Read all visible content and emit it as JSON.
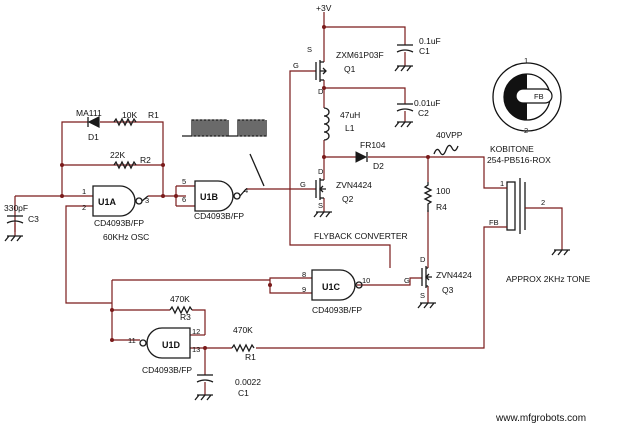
{
  "supply": "+3V",
  "caps": {
    "c1_top": {
      "ref": "C1",
      "value": "0.1uF"
    },
    "c2": {
      "ref": "C2",
      "value": "0.01uF"
    },
    "c3": {
      "ref": "C3",
      "value": "330pF"
    },
    "c1_bottom": {
      "ref": "C1",
      "value": "0.0022"
    }
  },
  "transistors": {
    "q1": {
      "ref": "Q1",
      "part": "ZXM61P03F",
      "g": "G",
      "s": "S",
      "d": "D"
    },
    "q2": {
      "ref": "Q2",
      "part": "ZVN4424",
      "g": "G",
      "s": "S",
      "d": "D"
    },
    "q3": {
      "ref": "Q3",
      "part": "ZVN4424",
      "g": "G",
      "s": "S",
      "d": "D"
    }
  },
  "inductor": {
    "ref": "L1",
    "value": "47uH"
  },
  "diodes": {
    "d1": {
      "ref": "D1",
      "part": "MA111"
    },
    "d2": {
      "ref": "D2",
      "part": "FR104"
    }
  },
  "resistors": {
    "r1_top": {
      "ref": "R1",
      "value": "10K"
    },
    "r2": {
      "ref": "R2",
      "value": "22K"
    },
    "r4": {
      "ref": "R4",
      "value": "100"
    },
    "r3": {
      "ref": "R3",
      "value": "470K"
    },
    "r1_bottom": {
      "ref": "R1",
      "value": "470K"
    }
  },
  "gates": {
    "u1a": {
      "ref": "U1A",
      "part": "CD4093B/FP",
      "note": "60KHz OSC",
      "pins": [
        "1",
        "2",
        "3"
      ]
    },
    "u1b": {
      "ref": "U1B",
      "part": "CD4093B/FP",
      "pins": [
        "5",
        "6",
        "4"
      ]
    },
    "u1c": {
      "ref": "U1C",
      "part": "CD4093B/FP",
      "pins": [
        "8",
        "9",
        "10"
      ]
    },
    "u1d": {
      "ref": "U1D",
      "part": "CD4093B/FP",
      "pins": [
        "12",
        "13",
        "11"
      ]
    }
  },
  "annotations": {
    "flyback": "FLYBACK CONVERTER",
    "vpp": "40VPP",
    "tone": "APPROX 2KHz TONE"
  },
  "piezo": {
    "brand": "KOBITONE",
    "part": "254-PB516-ROX",
    "pin1": "1",
    "pin2": "2",
    "fb": "FB",
    "icon_pin1": "1",
    "icon_pin2": "2",
    "icon_fb": "FB"
  },
  "watermark": "www.mfgrobots.com",
  "colors": {
    "wire": "#7a1b1b",
    "device": "#1a1a1a",
    "background": "#ffffff"
  }
}
